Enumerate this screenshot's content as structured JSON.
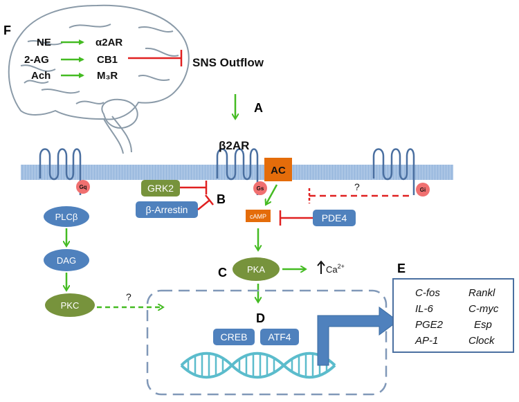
{
  "brain": {
    "panel": "F",
    "ligands": [
      "NE",
      "2-AG",
      "Ach"
    ],
    "receptors": [
      "α2AR",
      "CB1",
      "M₃R"
    ],
    "outflow": "SNS Outflow"
  },
  "panels": {
    "a": "A",
    "b": "B",
    "c": "C",
    "d": "D",
    "e": "E"
  },
  "membrane": {
    "receptor": "β2AR",
    "ac": "AC",
    "gq": "Gq",
    "gs": "Gs",
    "gi": "Gi",
    "unknown": "?"
  },
  "left_pathway": {
    "plcb": "PLCβ",
    "dag": "DAG",
    "pkc": "PKC",
    "unknown": "?"
  },
  "center_pathway": {
    "grk2": "GRK2",
    "arrestin": "β-Arrestin",
    "camp": "cAMP",
    "pde4": "PDE4",
    "pka": "PKA",
    "ca": "Ca",
    "ca_charge": "2+"
  },
  "nucleus": {
    "creb": "CREB",
    "atf4": "ATF4"
  },
  "genes": {
    "left": [
      "C-fos",
      "IL-6",
      "PGE2",
      "AP-1"
    ],
    "right": [
      "Rankl",
      "C-myc",
      "Esp",
      "Clock"
    ]
  },
  "colors": {
    "activation": "#44bb22",
    "inhibition": "#e02020",
    "membrane": "#a9c4e4",
    "blue_box": "#4f81bd",
    "green_box": "#77933c",
    "orange_box": "#e46c0a",
    "gprotein": "#f07070"
  }
}
